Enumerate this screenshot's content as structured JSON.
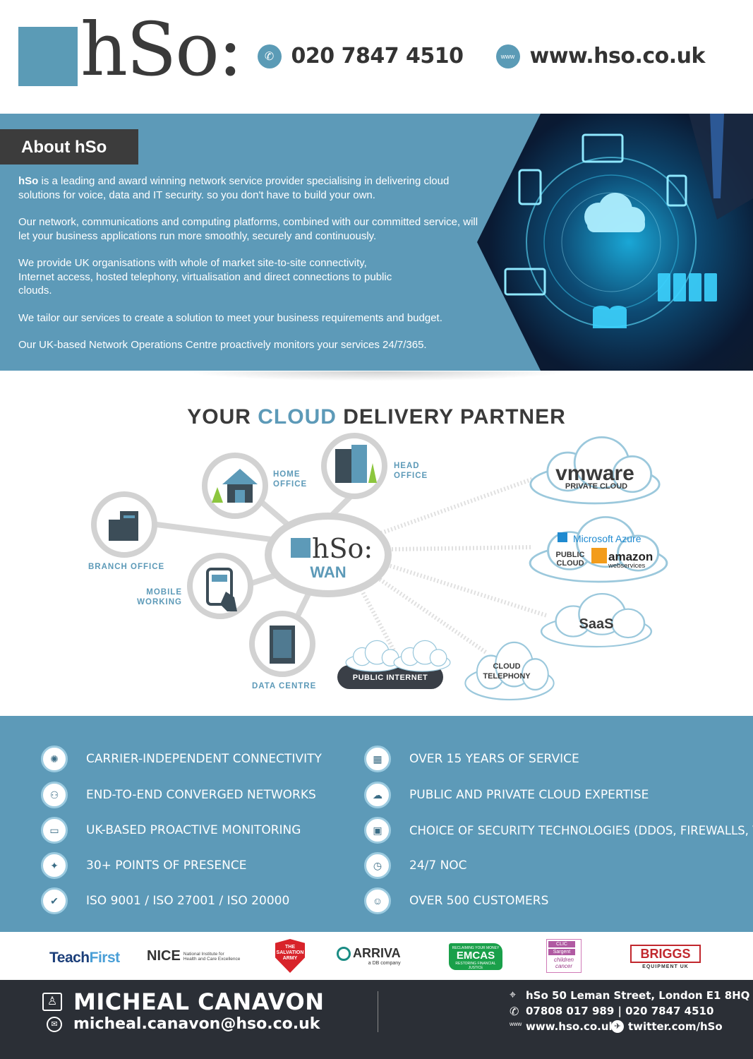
{
  "header": {
    "logo_text": "hSo:",
    "phone": "020 7847 4510",
    "website": "www.hso.co.uk",
    "www_badge": "www"
  },
  "about": {
    "title": "About hSo",
    "p1_brand": "hSo",
    "p1_rest": " is a leading and award winning network service provider specialising in delivering cloud solutions for voice, data and  IT security.  so you don't have to build your own.",
    "p2": "Our network, communications and computing platforms, combined with our committed service, will let your business applications run more smoothly, securely and continuously.",
    "p3": "We provide UK organisations with whole of market site-to-site connectivity, Internet access, hosted telephony, virtualisation and direct connections to public clouds.",
    "p4": "We tailor our services to create a solution to meet your business requirements and budget.",
    "p5": "Our UK-based Network Operations Centre proactively monitors your services 24/7/365."
  },
  "partner": {
    "title_pre": "YOUR ",
    "title_accent": "CLOUD",
    "title_post": " DELIVERY PARTNER",
    "hub_logo": "hSo:",
    "hub_label": "WAN",
    "nodes": {
      "home_office": [
        "HOME",
        "OFFICE"
      ],
      "head_office": [
        "HEAD",
        "OFFICE"
      ],
      "branch_office": "BRANCH OFFICE",
      "mobile_working": [
        "MOBILE",
        "WORKING"
      ],
      "data_centre": "DATA CENTRE",
      "public_internet": "PUBLIC INTERNET",
      "cloud_telephony": [
        "CLOUD",
        "TELEPHONY"
      ],
      "saas": "SaaS",
      "vmware_logo": "vmware",
      "private_cloud": "PRIVATE CLOUD",
      "azure": "Microsoft Azure",
      "public_cloud": [
        "PUBLIC",
        "CLOUD"
      ],
      "amazon": "amazon",
      "webservices": "webservices"
    }
  },
  "features": {
    "left": [
      "CARRIER-INDEPENDENT CONNECTIVITY",
      " END-TO-END CONVERGED NETWORKS",
      "UK-BASED PROACTIVE MONITORING",
      "30+ POINTS OF PRESENCE",
      "ISO 9001 / ISO 27001 / ISO 20000"
    ],
    "right": [
      "OVER 15 YEARS OF SERVICE",
      "PUBLIC AND PRIVATE CLOUD EXPERTISE",
      "CHOICE OF SECURITY TECHNOLOGIES (DDOS, FIREWALLS, VPNS)",
      "24/7 NOC",
      "OVER 500 CUSTOMERS"
    ]
  },
  "clients": {
    "teachfirst_a": "Teach",
    "teachfirst_b": "First",
    "nice": "NICE",
    "nice_sub_1": "National Institute for",
    "nice_sub_2": "Health and Care Excellence",
    "salvation_1": "THE",
    "salvation_2": "SALVATION",
    "salvation_3": "ARMY",
    "arriva": "ARRIVA",
    "arriva_sub": "a DB company",
    "emcas": "EMCAS",
    "emcas_top": "RECLAIMING YOUR MONEY",
    "emcas_sub": "RESTORING FINANCIAL JUSTICE",
    "clic_1": "CLIC",
    "clic_2": "Sargent",
    "clic_3": "children",
    "clic_4": "cancer",
    "briggs": "BRIGGS",
    "briggs_sub": "EQUIPMENT UK"
  },
  "footer": {
    "name": "MICHEAL CANAVON",
    "email": "micheal.canavon@hso.co.uk",
    "address": "hSo 50 Leman Street, London E1 8HQ",
    "phones": "07808 017 989  |  020 7847 4510",
    "website": "www.hso.co.uk",
    "twitter": "twitter.com/hSo"
  },
  "colors": {
    "accent": "#5d9ab8",
    "dark": "#2b2f36",
    "text": "#3a3a3a"
  }
}
